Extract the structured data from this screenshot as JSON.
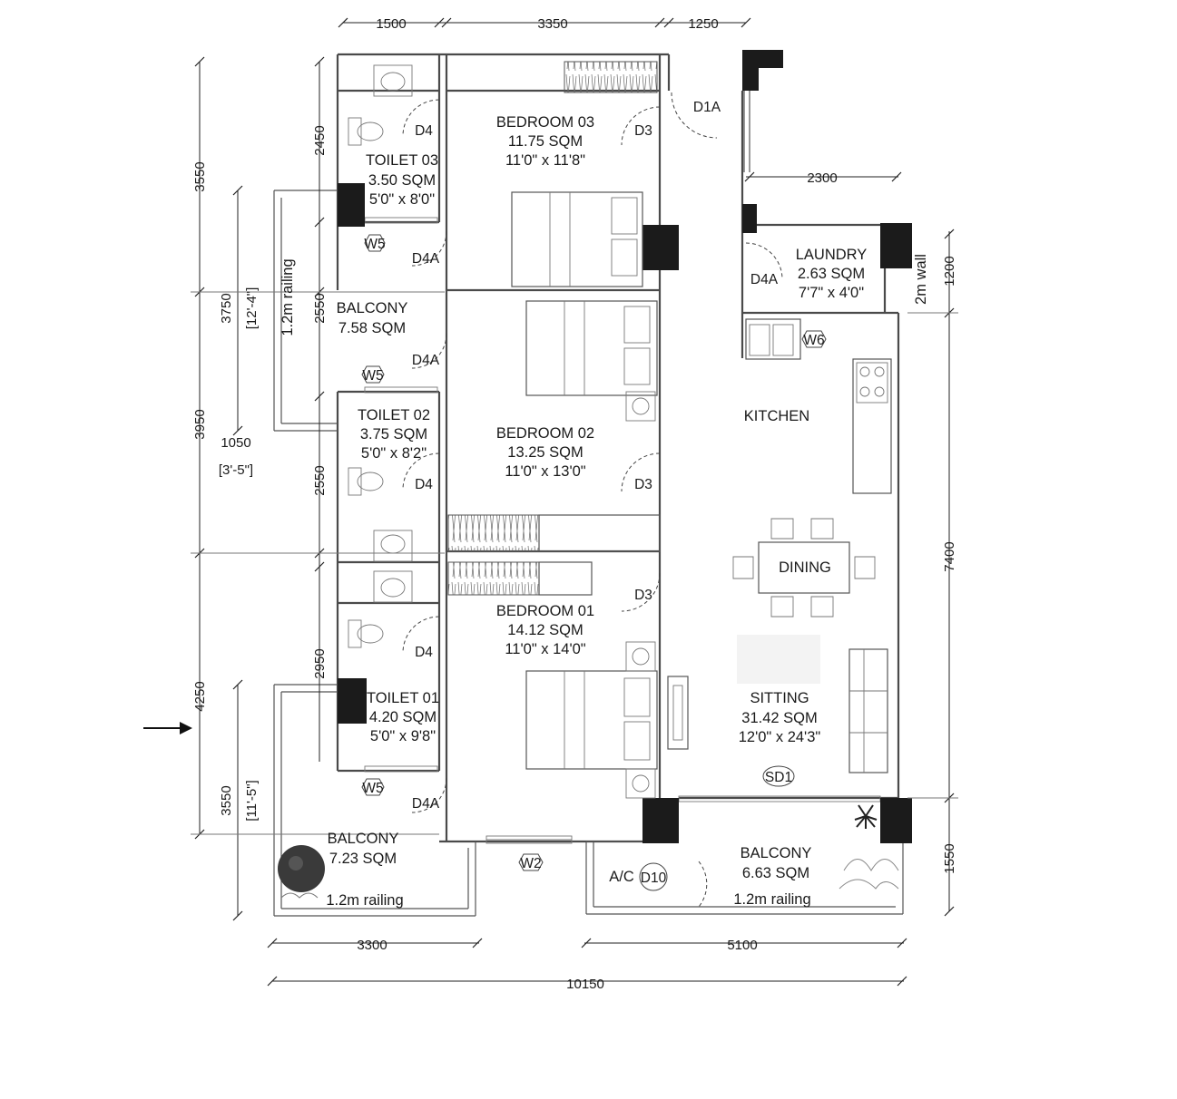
{
  "rooms": {
    "bedroom03": {
      "name": "BEDROOM 03",
      "area": "11.75 SQM",
      "size": "11'0\" x 11'8\""
    },
    "bedroom02": {
      "name": "BEDROOM 02",
      "area": "13.25 SQM",
      "size": "11'0\" x 13'0\""
    },
    "bedroom01": {
      "name": "BEDROOM 01",
      "area": "14.12 SQM",
      "size": "11'0\" x 14'0\""
    },
    "toilet03": {
      "name": "TOILET 03",
      "area": "3.50 SQM",
      "size": "5'0\" x 8'0\""
    },
    "toilet02": {
      "name": "TOILET 02",
      "area": "3.75 SQM",
      "size": "5'0\" x 8'2\""
    },
    "toilet01": {
      "name": "TOILET 01",
      "area": "4.20 SQM",
      "size": "5'0\" x 9'8\""
    },
    "balcony_upper": {
      "name": "BALCONY",
      "area": "7.58 SQM"
    },
    "balcony_lower_left": {
      "name": "BALCONY",
      "area": "7.23 SQM",
      "note": "1.2m railing"
    },
    "balcony_lower_right": {
      "name": "BALCONY",
      "area": "6.63 SQM",
      "note": "1.2m railing"
    },
    "laundry": {
      "name": "LAUNDRY",
      "area": "2.63 SQM",
      "size": "7'7\" x 4'0\""
    },
    "kitchen": {
      "name": "KITCHEN"
    },
    "dining": {
      "name": "DINING"
    },
    "sitting": {
      "name": "SITTING",
      "area": "31.42 SQM",
      "size": "12'0\" x 24'3\""
    },
    "ac": {
      "name": "A/C"
    }
  },
  "notes": {
    "railing_vertical": "1.2m railing",
    "wall_2m": "2m wall"
  },
  "tags": {
    "d4": "D4",
    "d4a": "D4A",
    "d3": "D3",
    "d1a": "D1A",
    "d10": "D10",
    "sd1": "SD1",
    "w5": "W5",
    "w6": "W6",
    "w2": "W2"
  },
  "dimensions": {
    "top": [
      "1500",
      "3350",
      "1250"
    ],
    "laundry_width": "2300",
    "left_outer": [
      "3550",
      "3950",
      "4250"
    ],
    "left_inner": [
      "2450",
      "2550",
      "2550",
      "2950"
    ],
    "balcony_upper_depth": "3750",
    "balcony_upper_depth_imperial": "[12'-4\"]",
    "balcony_upper_width": "1050",
    "balcony_upper_width_imperial": "[3'-5\"]",
    "balcony_lower_depth": "3550",
    "balcony_lower_depth_imperial": "[11'-5\"]",
    "right": [
      "1200",
      "7400",
      "1550"
    ],
    "bottom": [
      "3300",
      "5100"
    ],
    "total": "10150"
  },
  "colors": {
    "column": "#1b1b1b",
    "wall": "#4a4a4a",
    "background": "#ffffff"
  }
}
